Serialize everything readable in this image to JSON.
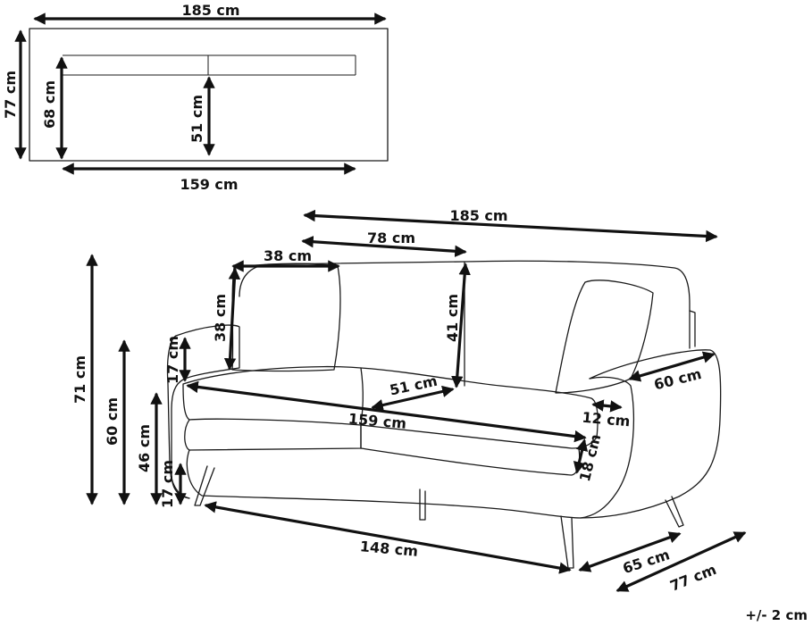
{
  "colors": {
    "line": "#1a1a1a",
    "background": "#ffffff"
  },
  "top_view": {
    "overall_width": "185 cm",
    "overall_depth": "77 cm",
    "seat_depth": "68 cm",
    "cushion_depth": "51 cm",
    "seat_width": "159 cm"
  },
  "side_view": {
    "overall_width": "185 cm",
    "backrest_width": "78 cm",
    "pillow_width": "38 cm",
    "pillow_height": "38 cm",
    "backrest_height": "41 cm",
    "armrest_width": "60 cm",
    "armrest_thickness": "12 cm",
    "seat_cushion_depth": "51 cm",
    "seat_width": "159 cm",
    "arm_above_seat": "17 cm",
    "cushion_thickness": "18 cm",
    "total_height": "71 cm",
    "armrest_height": "60 cm",
    "seat_height": "46 cm",
    "leg_height": "17 cm",
    "base_width": "148 cm",
    "base_depth": "65 cm",
    "overall_depth": "77 cm"
  },
  "tolerance": "+/- 2 cm"
}
